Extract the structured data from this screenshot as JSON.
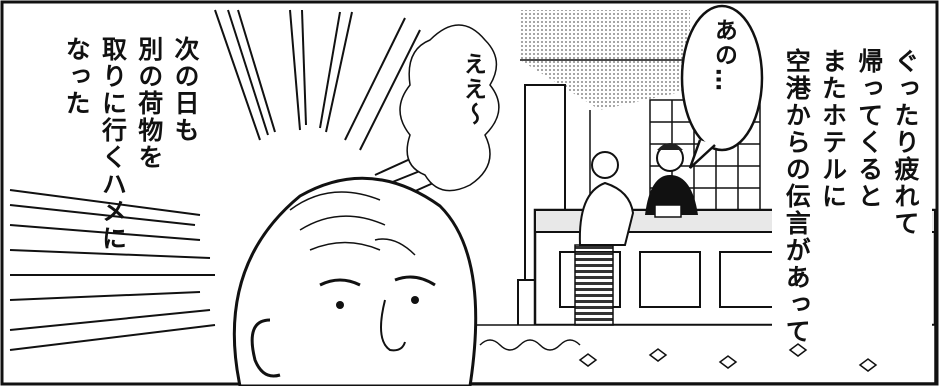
{
  "comic_panel": {
    "narration_right": "ぐったり疲れて\n帰ってくると\nまたホテルに\n空港からの伝言があって",
    "narration_left": "次の日も\n別の荷物を\n取りに行くハメに\nなった",
    "speech_clerk": "あの…",
    "speech_man": "ええ〜",
    "colors": {
      "ink": "#111111",
      "paper": "#ffffff",
      "tone": "#9a9a9a"
    }
  }
}
